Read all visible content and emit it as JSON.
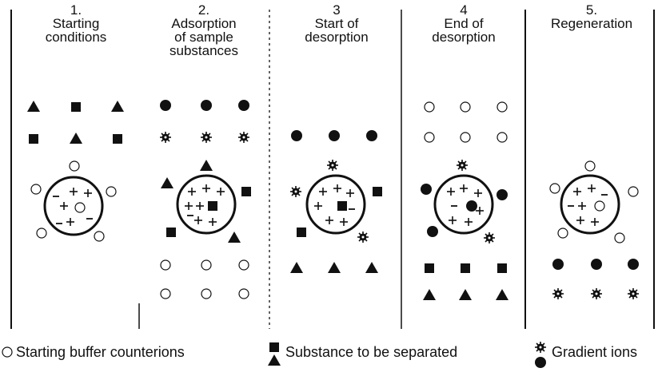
{
  "panels": [
    {
      "title": "1.\nStarting\nconditions"
    },
    {
      "title": "2.\nAdsorption\nof sample\nsubstances"
    },
    {
      "title": "3\nStart of\ndesorption"
    },
    {
      "title": "4\nEnd of\ndesorption"
    },
    {
      "title": "5.\nRegeneration"
    }
  ],
  "legend": {
    "buffer_counterions": "Starting buffer counterions",
    "substance": "Substance to be separated",
    "gradient": "Gradient ions"
  },
  "colors": {
    "ink": "#111111",
    "background": "#ffffff"
  },
  "icons": {
    "counterion": "open-circle-icon",
    "substance": "filled-square-and-triangle-icon",
    "gradient": "filled-circle-and-starburst-icon"
  }
}
